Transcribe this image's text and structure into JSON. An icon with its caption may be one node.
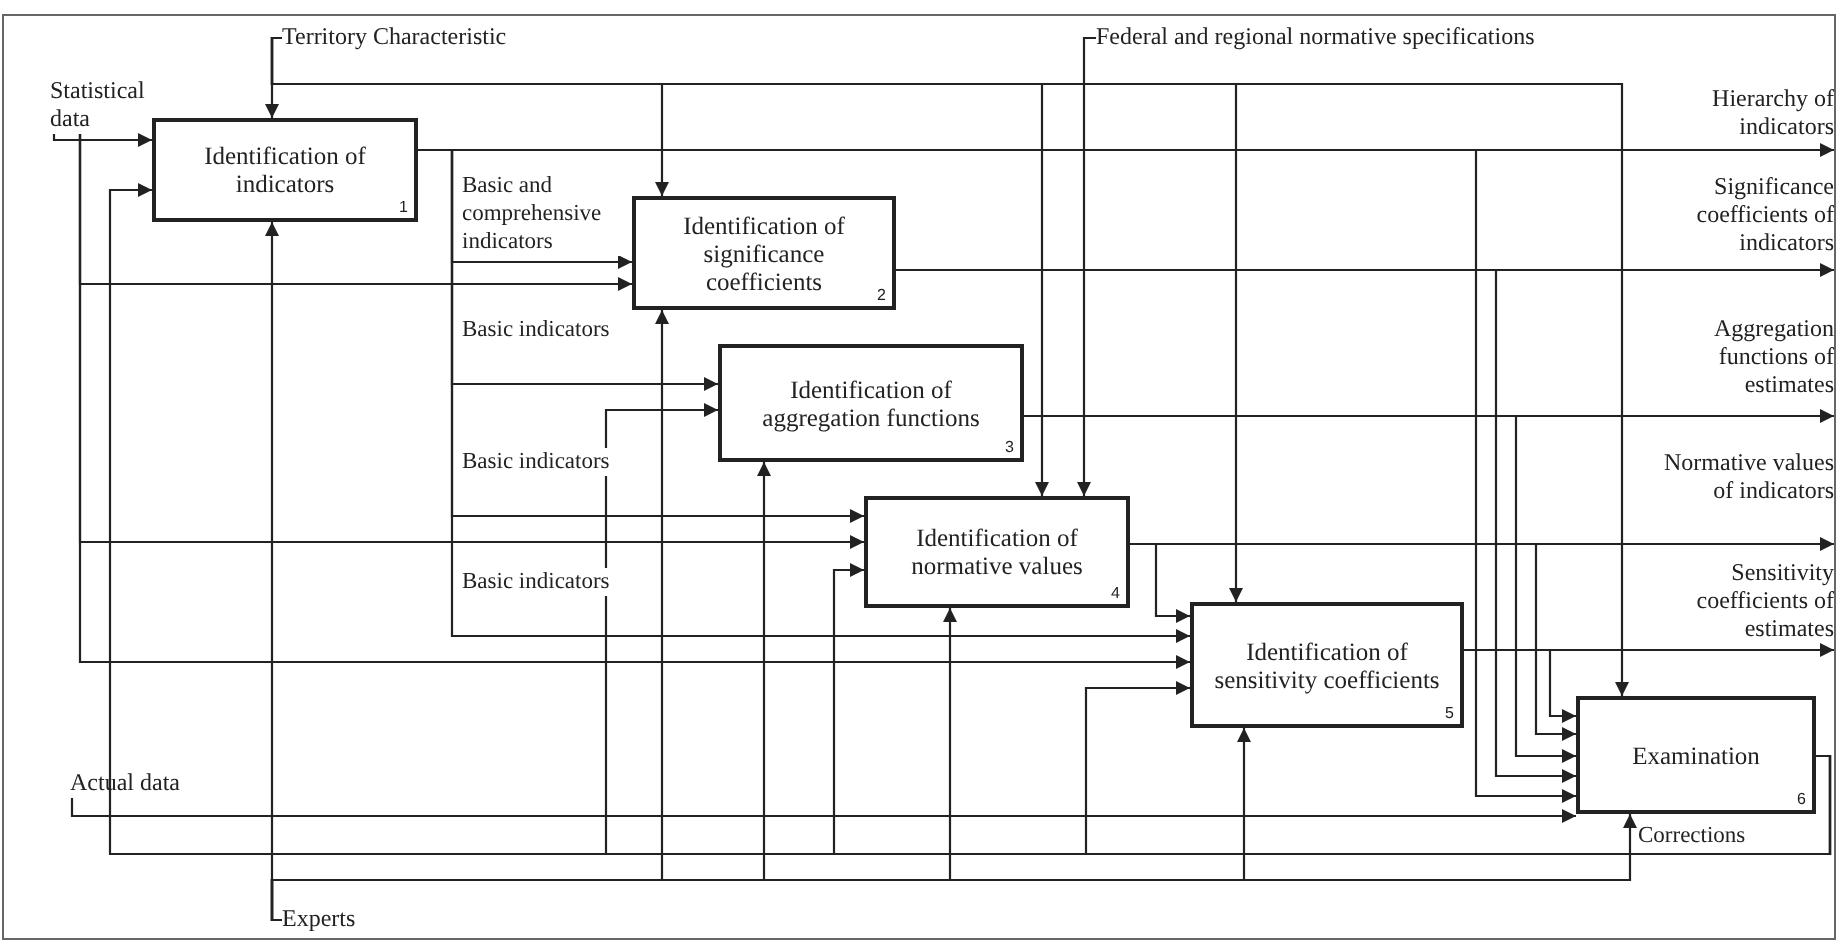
{
  "diagram": {
    "nodes": [
      {
        "text": [
          "Statistical data"
        ]
      },
      {
        "text": [
          "Territory Characteristic"
        ]
      },
      {
        "text": [
          "Federal and regional normative specifications"
        ]
      },
      {
        "text": [
          "Identification of indicators",
          "1"
        ]
      },
      {
        "text": [
          "Identification of significance coefficients",
          "2"
        ]
      },
      {
        "text": [
          "Identification of aggregation functions",
          "3"
        ]
      },
      {
        "text": [
          "Identification of normative values",
          "4"
        ]
      },
      {
        "text": [
          "Identification of sensitivity coefficients",
          "5"
        ]
      },
      {
        "text": [
          "Examination",
          "6"
        ]
      },
      {
        "text": [
          "Actual data"
        ]
      },
      {
        "text": [
          "Experts"
        ]
      },
      {
        "text": [
          "Hierarchy of indicators"
        ]
      },
      {
        "text": [
          "Significance coefficients of indicators"
        ]
      },
      {
        "text": [
          "Aggregation functions of estimates"
        ]
      },
      {
        "text": [
          "Normative values of indicators"
        ]
      },
      {
        "text": [
          "Sensitivity coefficients of estimates"
        ]
      }
    ],
    "edges": [
      {
        "from": 0,
        "to": 3,
        "arrow": "to"
      },
      {
        "from": 0,
        "to": 4,
        "arrow": "to"
      },
      {
        "from": 0,
        "to": 6,
        "arrow": "to"
      },
      {
        "from": 0,
        "to": 7,
        "arrow": "to"
      },
      {
        "from": 1,
        "to": 3,
        "arrow": "to"
      },
      {
        "from": 1,
        "to": 4,
        "arrow": "to"
      },
      {
        "from": 1,
        "to": 6,
        "arrow": "to"
      },
      {
        "from": 1,
        "to": 7,
        "arrow": "to"
      },
      {
        "from": 1,
        "to": 8,
        "arrow": "to"
      },
      {
        "from": 2,
        "to": 6,
        "arrow": "to"
      },
      {
        "from": 3,
        "to": 11,
        "arrow": "to"
      },
      {
        "from": 3,
        "to": 4,
        "arrow": "to",
        "label": "Basic and comprehensive indicators"
      },
      {
        "from": 3,
        "to": 5,
        "arrow": "to",
        "label": "Basic indicators"
      },
      {
        "from": 3,
        "to": 6,
        "arrow": "to",
        "label": "Basic indicators"
      },
      {
        "from": 3,
        "to": 7,
        "arrow": "to",
        "label": "Basic indicators"
      },
      {
        "from": 3,
        "to": 8,
        "arrow": "to"
      },
      {
        "from": 4,
        "to": 12,
        "arrow": "to"
      },
      {
        "from": 4,
        "to": 8,
        "arrow": "to"
      },
      {
        "from": 5,
        "to": 13,
        "arrow": "to"
      },
      {
        "from": 5,
        "to": 8,
        "arrow": "to"
      },
      {
        "from": 6,
        "to": 14,
        "arrow": "to"
      },
      {
        "from": 6,
        "to": 7,
        "arrow": "to"
      },
      {
        "from": 6,
        "to": 8,
        "arrow": "to"
      },
      {
        "from": 7,
        "to": 15,
        "arrow": "to"
      },
      {
        "from": 7,
        "to": 8,
        "arrow": "to"
      },
      {
        "from": 9,
        "to": 8,
        "arrow": "to"
      },
      {
        "from": 8,
        "to": 3,
        "arrow": "to",
        "label": "Corrections"
      },
      {
        "from": 8,
        "to": 5,
        "arrow": "to"
      },
      {
        "from": 8,
        "to": 6,
        "arrow": "to"
      },
      {
        "from": 8,
        "to": 7,
        "arrow": "to"
      },
      {
        "from": 10,
        "to": 3,
        "arrow": "to"
      },
      {
        "from": 10,
        "to": 4,
        "arrow": "to"
      },
      {
        "from": 10,
        "to": 5,
        "arrow": "to"
      },
      {
        "from": 10,
        "to": 6,
        "arrow": "to"
      },
      {
        "from": 10,
        "to": 7,
        "arrow": "to"
      },
      {
        "from": 10,
        "to": 8,
        "arrow": "to"
      }
    ]
  }
}
